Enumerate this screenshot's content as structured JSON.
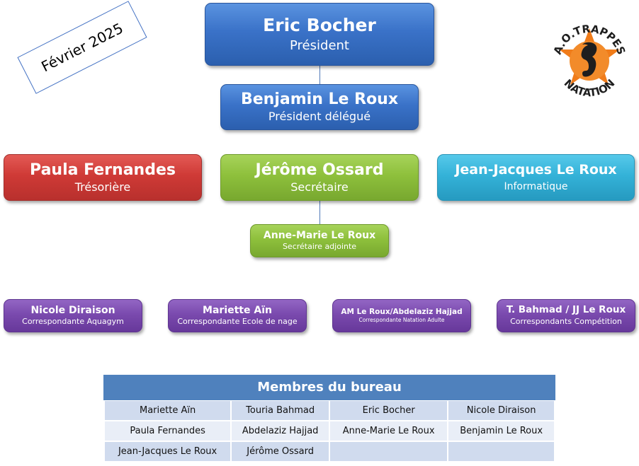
{
  "date_label": "Février 2025",
  "logo": {
    "top_text": "A.O.TRAPPES",
    "bottom_text": "NATATION",
    "icon": "seahorse-star-icon"
  },
  "president": {
    "name": "Eric Bocher",
    "role": "Président"
  },
  "vice_president": {
    "name": "Benjamin Le Roux",
    "role": "Président délégué"
  },
  "treasurer": {
    "name": "Paula Fernandes",
    "role": "Trésorière"
  },
  "secretary": {
    "name": "Jérôme Ossard",
    "role": "Secrétaire"
  },
  "it": {
    "name": "Jean-Jacques Le Roux",
    "role": "Informatique"
  },
  "assistant_secretary": {
    "name": "Anne-Marie Le Roux",
    "role": "Secrétaire adjointe"
  },
  "correspondents": [
    {
      "name": "Nicole Diraison",
      "role": "Correspondante Aquagym"
    },
    {
      "name": "Mariette Aïn",
      "role": "Correspondante Ecole de nage"
    },
    {
      "name": "AM Le Roux/Abdelaziz Hajjad",
      "role": "Correspondante Natation Adulte"
    },
    {
      "name": "T. Bahmad / JJ Le Roux",
      "role": "Correspondants Compétition"
    }
  ],
  "members": {
    "title": "Membres du bureau",
    "rows": [
      [
        "Mariette Aïn",
        "Touria Bahmad",
        "Eric Bocher",
        "Nicole Diraison"
      ],
      [
        "Paula Fernandes",
        "Abdelaziz Hajjad",
        "Anne-Marie Le Roux",
        "Benjamin Le Roux"
      ],
      [
        "Jean-Jacques Le Roux",
        "Jérôme Ossard",
        "",
        ""
      ]
    ]
  }
}
